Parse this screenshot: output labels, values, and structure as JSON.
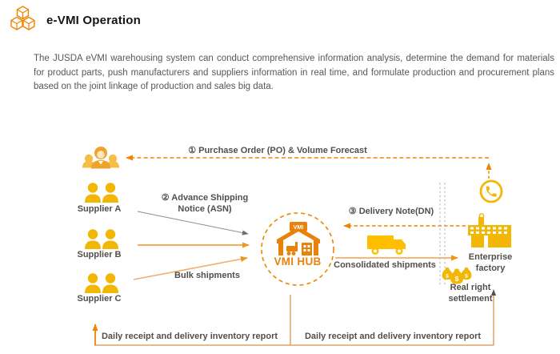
{
  "header": {
    "title": "e-VMI Operation",
    "icon": "boxes-icon"
  },
  "intro": {
    "text": "The JUSDA eVMI warehousing system can conduct comprehensive information analysis, determine the demand for materials for product parts, push manufacturers and suppliers information in real time, and formulate production and procurement plans based on the joint linkage of production and sales big data."
  },
  "diagram": {
    "customers": {
      "icon": "customers-group-icon"
    },
    "suppliers": [
      {
        "label": "Supplier A"
      },
      {
        "label": "Supplier B"
      },
      {
        "label": "Supplier C"
      }
    ],
    "hub": {
      "label": "VMI HUB",
      "roof_text": "VMI"
    },
    "factory": {
      "label": "Enterprise factory"
    },
    "icons": {
      "currency_symbol": "$"
    },
    "flows": {
      "purchase_order": "① Purchase Order (PO) & Volume Forecast",
      "asn": "② Advance Shipping Notice (ASN)",
      "bulk_shipments": "Bulk shipments",
      "delivery_note": "③ Delivery Note(DN)",
      "consolidated_shipments": "Consolidated shipments",
      "real_right_settlement": "Real right settlement",
      "daily_report_left": "Daily receipt and delivery inventory report",
      "daily_report_right": "Daily receipt and delivery inventory report"
    }
  },
  "colors": {
    "accent_orange": "#F08300",
    "warehouse_orange": "#E8820C",
    "icon_yellow": "#F2B705",
    "truck_yellow": "#FFBE00",
    "text_dark": "#534E4A",
    "paragraph_gray": "#595757",
    "tan_line": "#DFA265",
    "gray_line": "#8F8F8F"
  }
}
